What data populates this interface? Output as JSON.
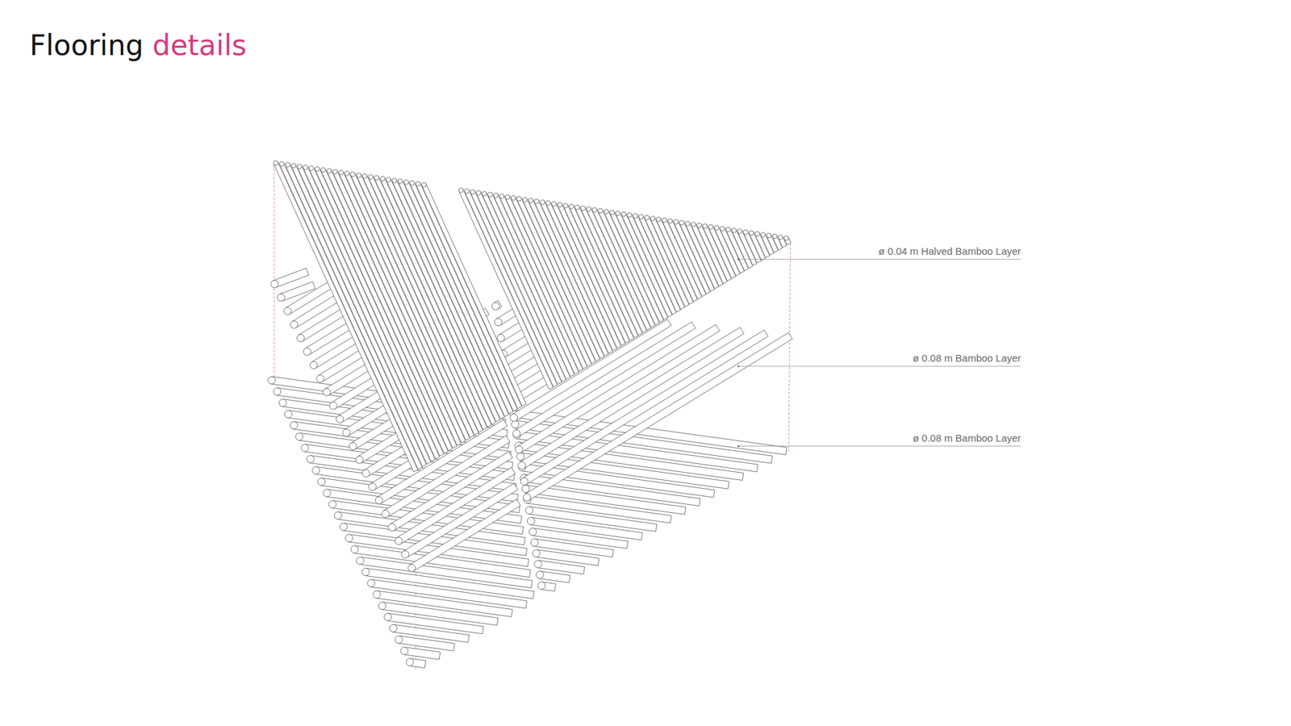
{
  "diagram": {
    "title": "Flooring details",
    "labels": [
      "ø 0.04 m Halved Bamboo Layer",
      "ø 0.08 m Bamboo Layer",
      "ø 0.08 m Bamboo Layer"
    ]
  }
}
